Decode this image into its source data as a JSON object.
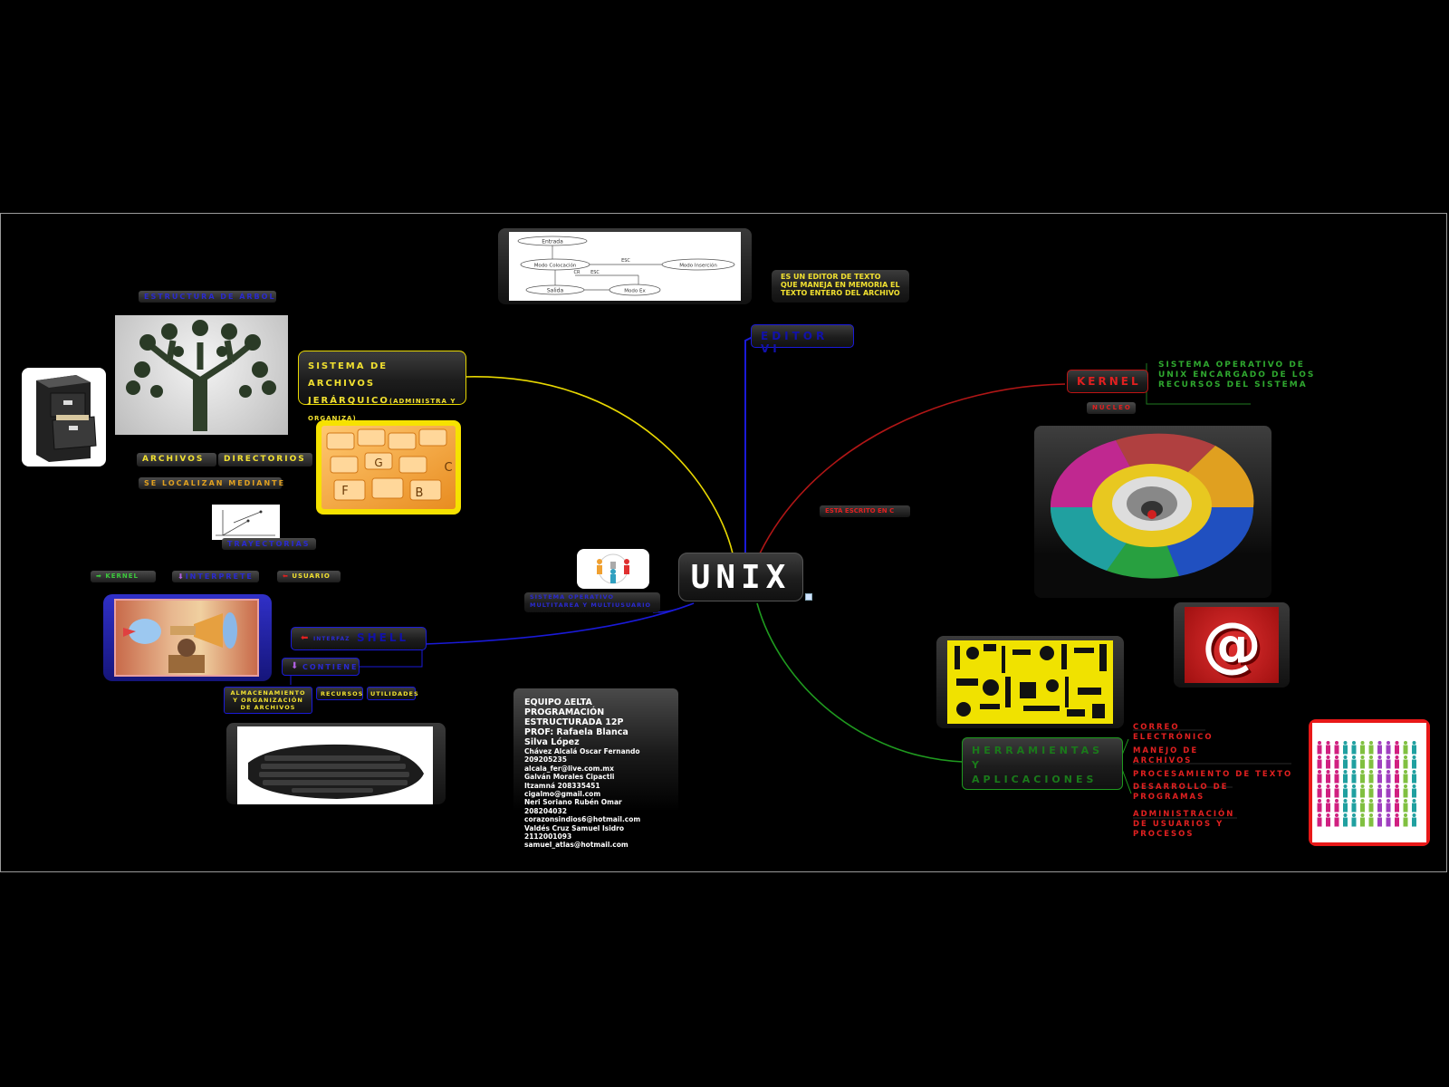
{
  "center": {
    "title": "UNIX"
  },
  "colors": {
    "bg": "#000000",
    "yellow": "#e8d800",
    "blue": "#1a1ad8",
    "red": "#c01414",
    "green": "#1f9a1f"
  },
  "editor": {
    "title": "EDITOR VI",
    "description": "ES UN EDITOR DE TEXTO QUE MANEJA EN MEMORIA EL TEXTO ENTERO DEL ARCHIVO",
    "diagram": {
      "entrada": "Entrada",
      "colocacion": "Modo Colocación",
      "insercion": "Modo Inserción",
      "salida": "Salida",
      "ex": "Modo Ex",
      "esc": "ESC",
      "esc2": "ESC",
      "cr": "CR"
    }
  },
  "filesystem": {
    "title": "SISTEMA DE ARCHIVOS JERÁRQUICO",
    "subtitle": "(ADMINISTRA Y ORGANIZA)",
    "tree_label": "ESTRUCTURA DE ÁRBOL",
    "archivos": "ARCHIVOS",
    "directorios": "DIRECTORIOS",
    "localizan": "SE LOCALIZAN MEDIANTE",
    "trayectorias": "TRAYECTORIAS",
    "folder_letters": [
      "F",
      "G",
      "B",
      "C"
    ]
  },
  "kernel": {
    "title": "KERNEL",
    "description": "SISTEMA OPERATIVO DE UNIX ENCARGADO DE LOS RECURSOS DEL SISTEMA",
    "nucleo": "NÚCLEO",
    "written": "ESTÁ ESCRITO EN C"
  },
  "shell": {
    "prefix": "INTERFAZ",
    "title": "SHELL",
    "kernel_tag": "KERNEL",
    "interprete": "INTERPRETE",
    "usuario": "USUARIO",
    "contiene": "CONTIENE",
    "almacenamiento": "ALMACENAMIENTO Y ORGANIZACIÓN DE ARCHIVOS",
    "recursos": "RECURSOS",
    "utilidades": "UTILIDADES"
  },
  "multi": {
    "line1": "SISTEMA OPERATIVO",
    "line2": "MULTITAREA Y MULTIUSUARIO"
  },
  "team": {
    "lines": [
      "EQUIPO ∆ELTA",
      "PROGRAMACIÓN",
      "ESTRUCTURADA 12P",
      "PROF: Rafaela Blanca",
      "Silva López"
    ],
    "members": [
      "Chávez Alcalá Oscar Fernando",
      "209205235",
      "alcala_fer@live.com.mx",
      "Galván Morales Cipactli",
      "Itzamná 208335451",
      "cigalmo@gmail.com",
      "Neri Soriano Rubén Omar",
      "208204032",
      "corazonsindios6@hotmail.com",
      "Valdés Cruz Samuel Isidro",
      "2112001093",
      "samuel_atlas@hotmail.com"
    ]
  },
  "tools": {
    "title": "HERRAMIENTAS Y APLICACIONES",
    "items": [
      "CORREO ELECTRÓNICO",
      "MANEJO DE ARCHIVOS",
      "PROCESAMIENTO DE TEXTO",
      "DESARROLLO DE PROGRAMAS",
      "ADMINISTRACIÓN DE USUARIOS Y PROCESOS"
    ],
    "at_symbol": "@"
  }
}
